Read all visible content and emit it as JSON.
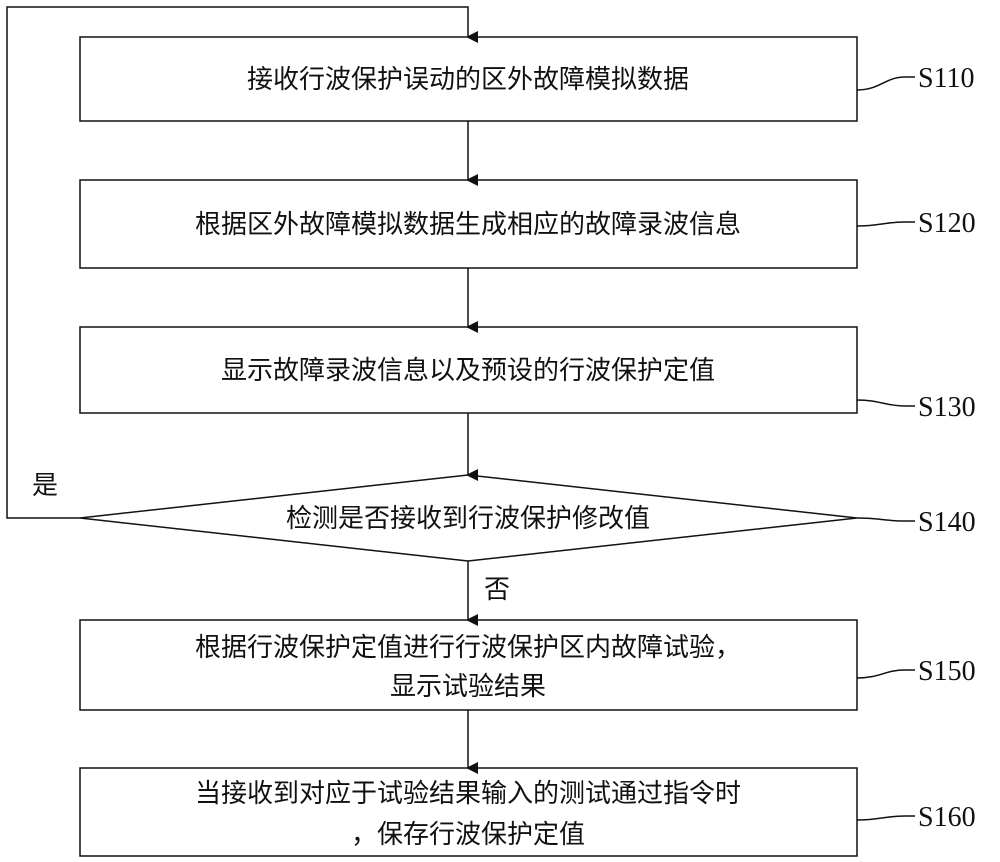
{
  "steps": {
    "s110": {
      "text": "接收行波保护误动的区外故障模拟数据",
      "label": "S110"
    },
    "s120": {
      "text": "根据区外故障模拟数据生成相应的故障录波信息",
      "label": "S120"
    },
    "s130": {
      "text": "显示故障录波信息以及预设的行波保护定值",
      "label": "S130"
    },
    "s140": {
      "text": "检测是否接收到行波保护修改值",
      "label": "S140"
    },
    "s150": {
      "line1": "根据行波保护定值进行行波保护区内故障试验，",
      "line2": "显示试验结果",
      "label": "S150"
    },
    "s160": {
      "line1": "当接收到对应于试验结果输入的测试通过指令时",
      "line2": "，保存行波保护定值",
      "label": "S160"
    }
  },
  "branches": {
    "yes": "是",
    "no": "否"
  },
  "colors": {
    "stroke": "#111111",
    "background": "#ffffff"
  }
}
